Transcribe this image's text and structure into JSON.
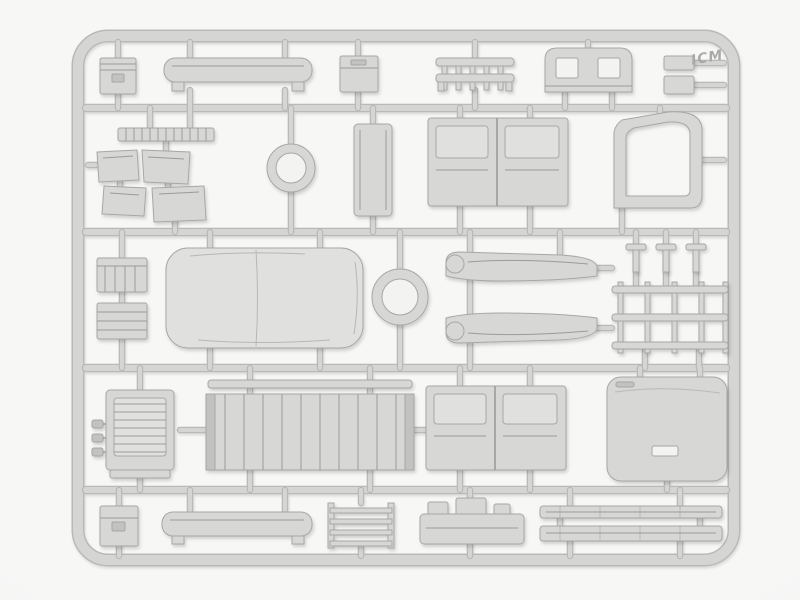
{
  "page": {
    "brand": "ICM"
  },
  "colors": {
    "bg": "#f7f7f6",
    "bg-edge": "#ebebea",
    "plastic": "#d7d7d5",
    "plastic-light": "#e0e0de",
    "plastic-dark": "#c2c2c0",
    "outline": "#a7a7a5",
    "detail": "#9b9b99",
    "runner": "#d5d5d3",
    "runner-edge": "#b9b9b7",
    "hole": "#f3f3f2",
    "logo": "#a9a9a7"
  },
  "parts": [
    "storage-box-top-left",
    "long-bench-seat-top",
    "small-box-top",
    "slatted-bench",
    "cab-rear-window-panel",
    "small-plates",
    "brand-logo",
    "hatched-strip",
    "floor-panels",
    "steering-wheel-ring",
    "tall-side-panel",
    "cab-door-panels-upper",
    "windshield-door-frame",
    "wooden-crate-a",
    "wooden-crate-b",
    "canvas-tilt-cover",
    "spare-tyre-ring",
    "fender-running-board-a",
    "fender-running-board-b",
    "t-shaped-levers",
    "chassis-ladder-frame",
    "radiator-assembly",
    "bed-side-rail",
    "cargo-bed-floor",
    "cab-door-panels-lower",
    "cab-roof-panel",
    "storage-box-bottom",
    "long-bench-seat-bottom",
    "ladder-rack",
    "dashboard-firewall",
    "running-board-strips"
  ]
}
